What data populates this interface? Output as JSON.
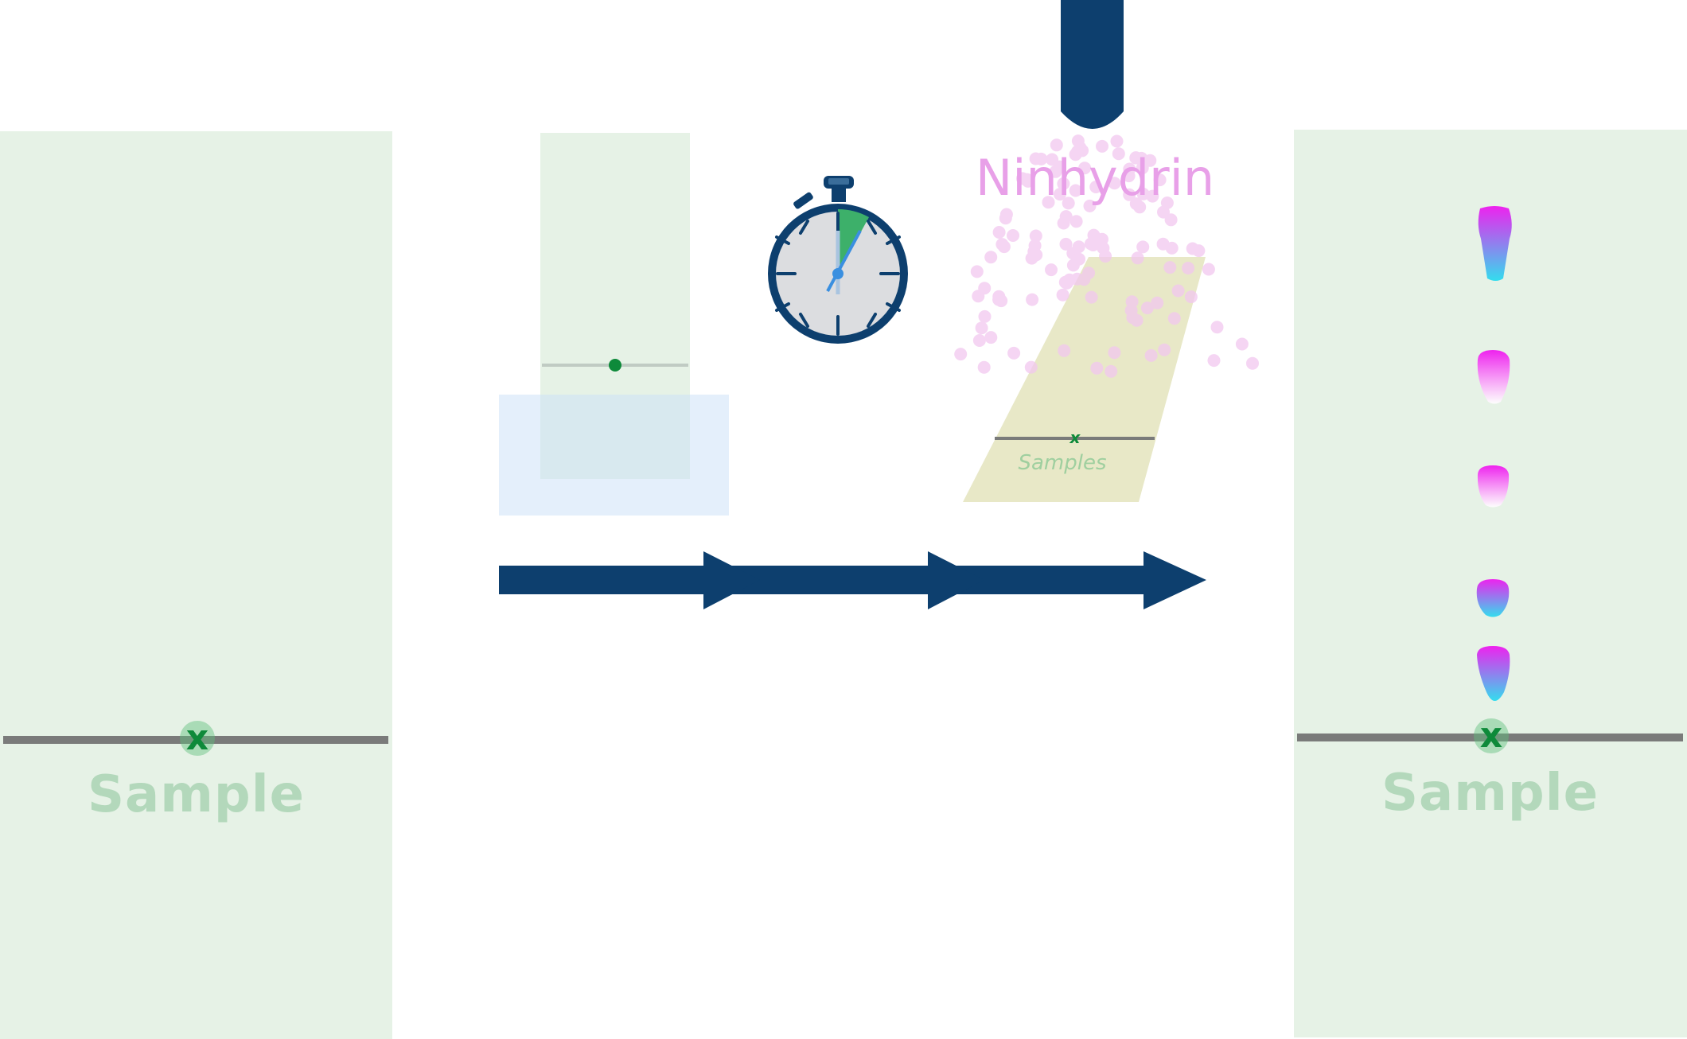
{
  "left_plate": {
    "marker": "x",
    "label": "Sample"
  },
  "reagent": {
    "label": "Ninhydrin"
  },
  "tilted_plate": {
    "marker": "x",
    "label": "Samples"
  },
  "right_plate": {
    "marker": "x",
    "label": "Sample",
    "spots": [
      {
        "name": "spot-1",
        "kind": "streak"
      },
      {
        "name": "spot-2",
        "kind": "faded"
      },
      {
        "name": "spot-3",
        "kind": "faded"
      },
      {
        "name": "spot-4",
        "kind": "round"
      },
      {
        "name": "spot-5",
        "kind": "streak"
      }
    ]
  },
  "colors": {
    "plate_bg": "#e6f2e6",
    "navy": "#0d3f6e",
    "ninhydrin_pink": "#e8a0e8",
    "spot_top": "#ee22ee",
    "spot_bottom": "#33ddee",
    "marker_green": "#0e8a3a"
  }
}
